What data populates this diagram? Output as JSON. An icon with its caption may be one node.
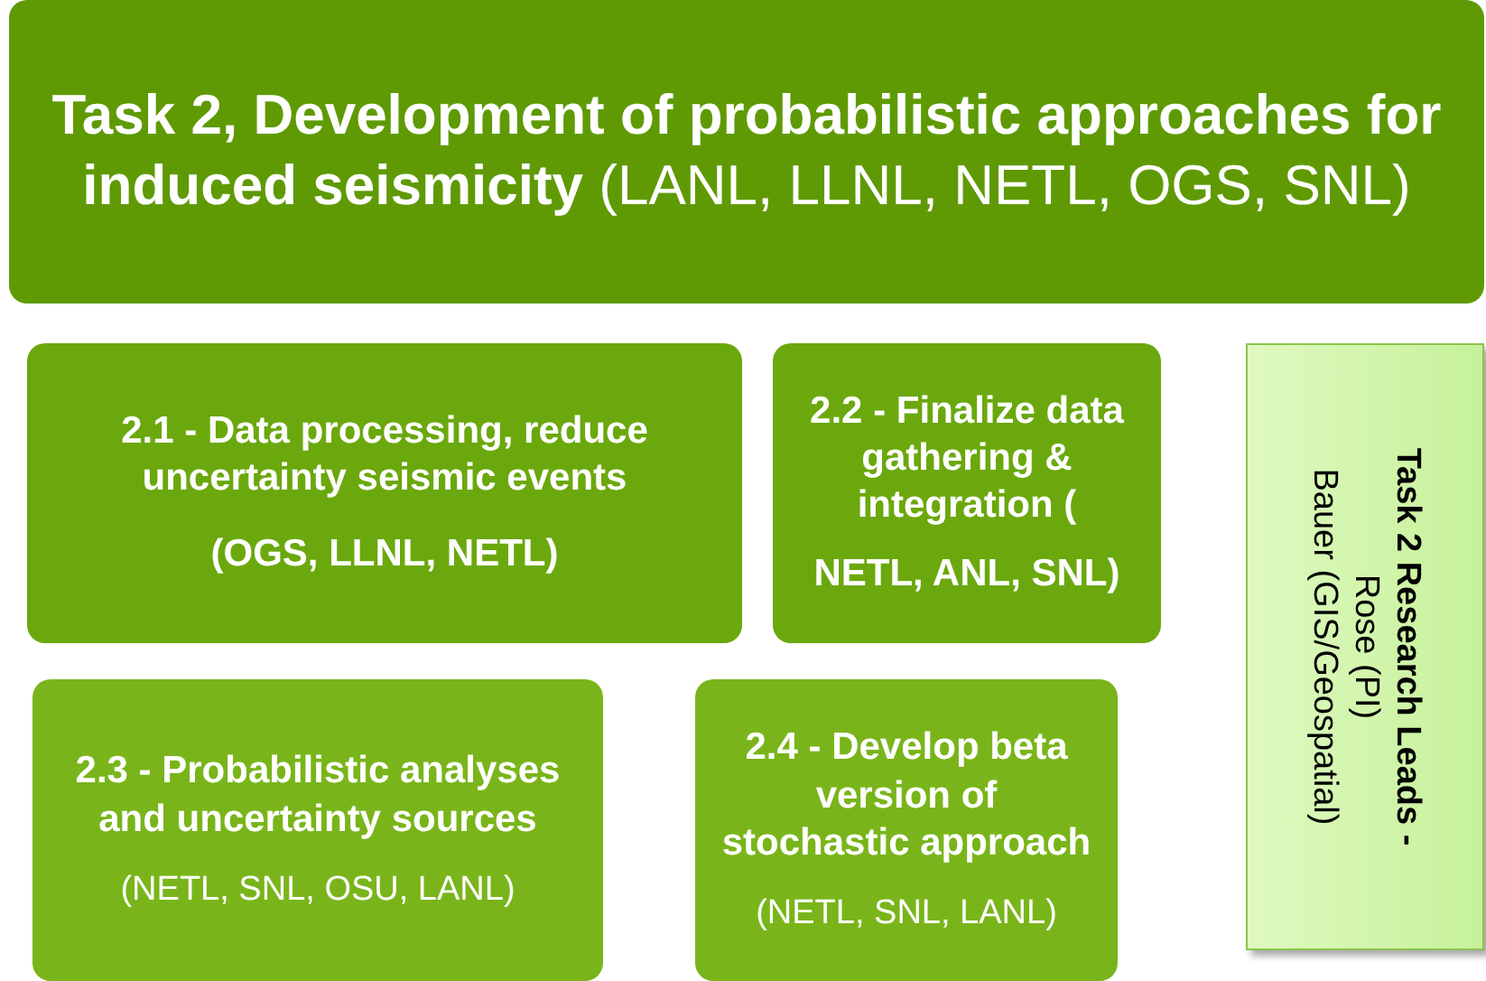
{
  "diagram": {
    "nodes": [
      {
        "text": [
          "**Task 2, Development of probabilistic approaches for induced seismicity** (LANL, LLNL, NETL, OGS, SNL)"
        ]
      },
      {
        "text": [
          "2.1 - Data processing, reduce uncertainty seismic events",
          "(OGS, LLNL, NETL)"
        ]
      },
      {
        "text": [
          "2.2 - Finalize data gathering & integration (",
          "NETL, ANL, SNL)"
        ]
      },
      {
        "text": [
          "2.3 - Probabilistic analyses and uncertainty sources",
          "(NETL, SNL, OSU, LANL)"
        ]
      },
      {
        "text": [
          "2.4 - Develop beta version of stochastic approach",
          "(NETL, SNL, LANL)"
        ]
      },
      {
        "text": [
          "Task 2 Research Leads -",
          "Rose (PI)",
          "Bauer (GIS/Geospatial)"
        ]
      }
    ]
  }
}
